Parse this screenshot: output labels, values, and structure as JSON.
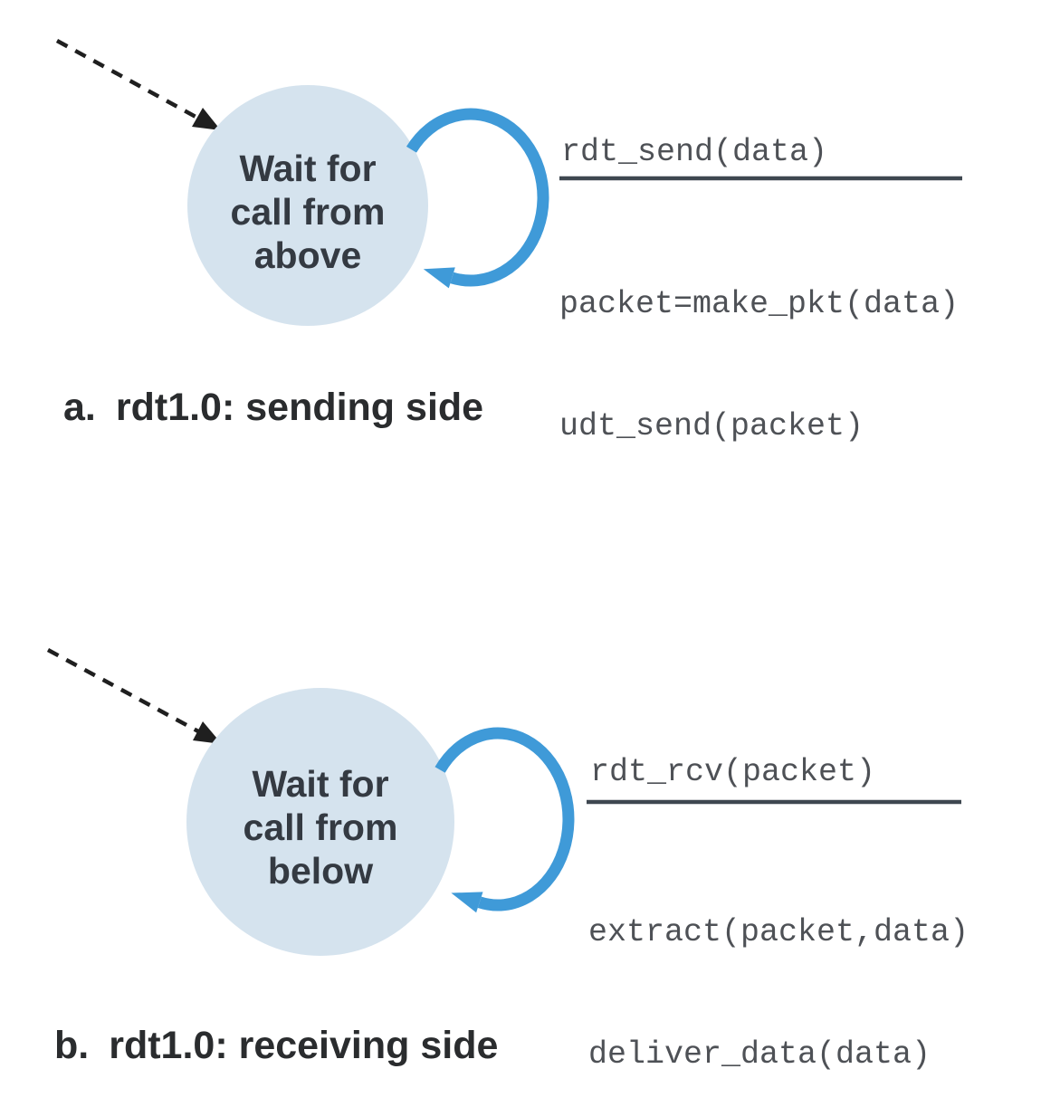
{
  "figures": [
    {
      "state": {
        "lines": [
          "Wait for",
          "call from",
          "above"
        ]
      },
      "transition": {
        "event": "rdt_send(data)",
        "actions": [
          "packet=make_pkt(data)",
          "udt_send(packet)"
        ]
      },
      "caption": {
        "prefix": "a.",
        "text": "rdt1.0: sending side"
      }
    },
    {
      "state": {
        "lines": [
          "Wait for",
          "call from",
          "below"
        ]
      },
      "transition": {
        "event": "rdt_rcv(packet)",
        "actions": [
          "extract(packet,data)",
          "deliver_data(data)"
        ]
      },
      "caption": {
        "prefix": "b.",
        "text": "rdt1.0: receiving side"
      }
    }
  ],
  "colors": {
    "background": "#ffffff",
    "state_fill": "#d5e3ee",
    "loop_blue": "#3f9ad8",
    "arrow_black": "#1f1f1f",
    "rule_dark": "#3e4750",
    "code_text": "#4e5156",
    "state_text": "#343a42",
    "caption_text": "#2a2c2e"
  }
}
